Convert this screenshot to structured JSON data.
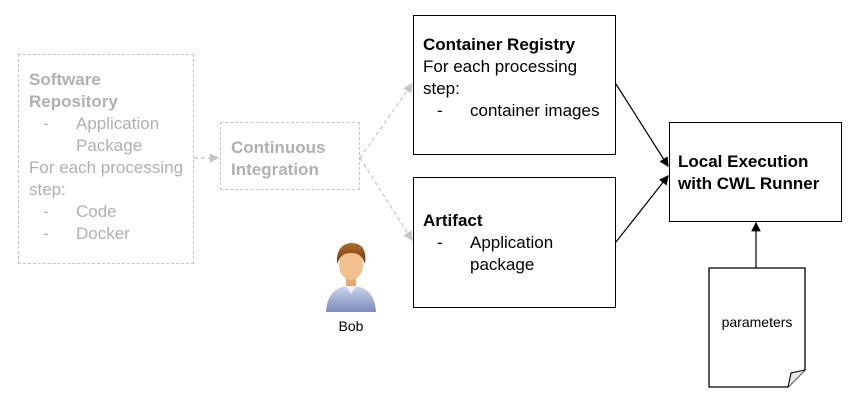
{
  "software_repository": {
    "title": "Software Repository",
    "items_top": [
      "Application Package"
    ],
    "subheading": "For each processing step:",
    "items_bottom": [
      "Code",
      "Docker"
    ]
  },
  "continuous_integration": {
    "title": "Continuous Integration"
  },
  "container_registry": {
    "title": "Container Registry",
    "subheading": "For each processing step:",
    "items": [
      "container images"
    ]
  },
  "artifact": {
    "title": "Artifact",
    "items": [
      "Application package"
    ]
  },
  "local_execution": {
    "title": "Local Execution with CWL Runner"
  },
  "parameters": {
    "label": "parameters"
  },
  "user": {
    "name": "Bob",
    "icon": "user-avatar-icon"
  },
  "colors": {
    "inactive": "#b0b0b0",
    "active": "#000000"
  }
}
